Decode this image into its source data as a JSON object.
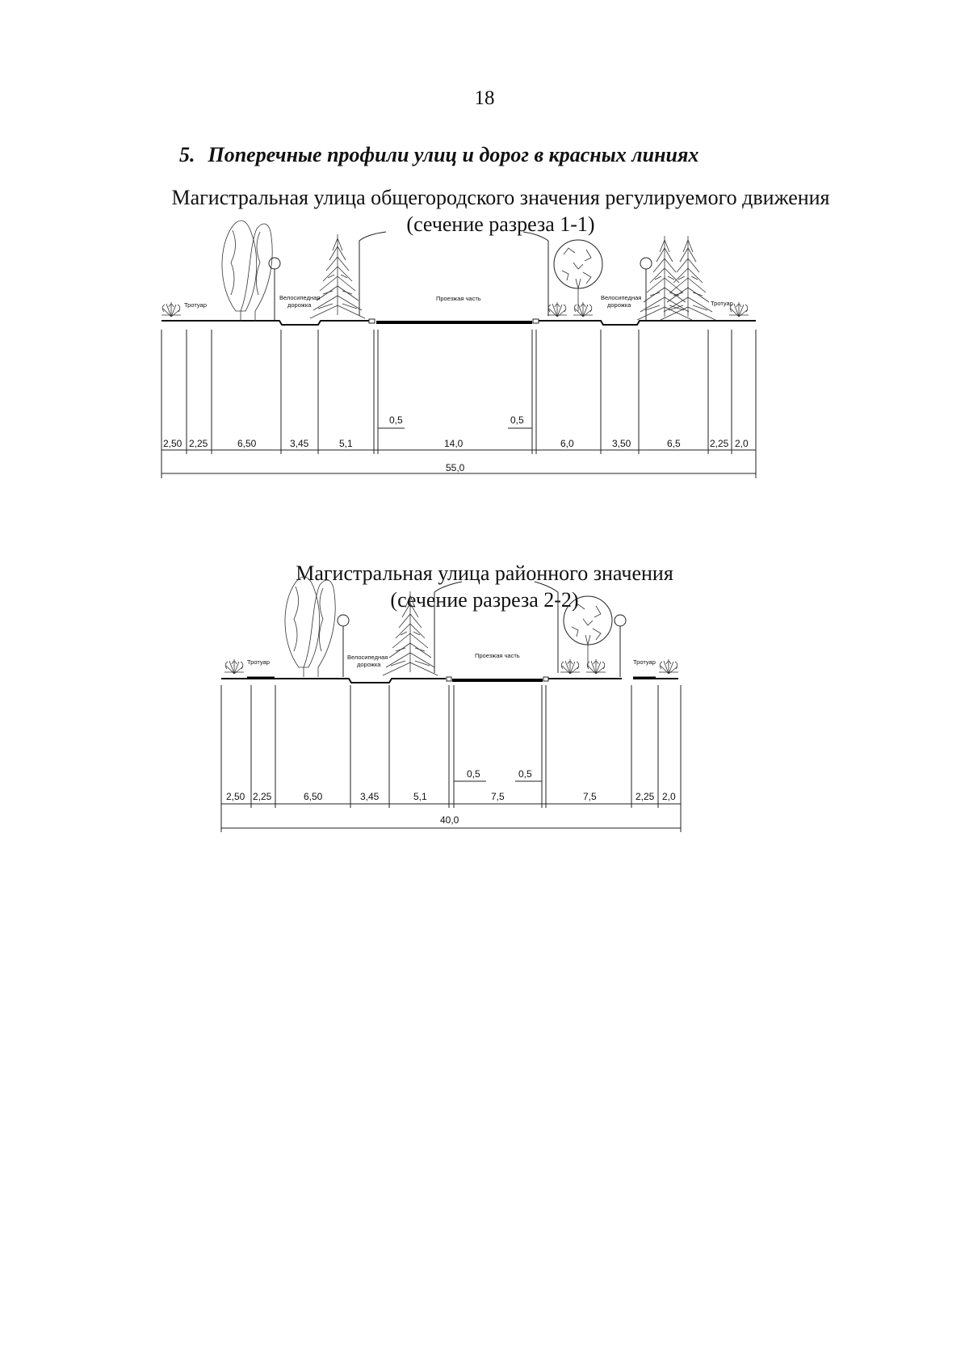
{
  "page_number": "18",
  "section": {
    "number": "5.",
    "title": "Поперечные профили улиц и дорог в красных линиях"
  },
  "profile1": {
    "title_line1": "Магистральная улица общегородского значения регулируемого движения",
    "title_line2": "(сечение разреза 1-1)",
    "labels": {
      "sidewalk_left": "Тротуар",
      "bike_left_1": "Велосипедная",
      "bike_left_2": "дорожка",
      "carriageway": "Проезжая часть",
      "bike_right_1": "Велосипедная",
      "bike_right_2": "дорожка",
      "sidewalk_right": "Тротуар"
    },
    "dimensions": [
      "2,50",
      "2,25",
      "6,50",
      "3,45",
      "5,1",
      "14,0",
      "6,0",
      "3,50",
      "6,5",
      "2,25",
      "2,0"
    ],
    "edge_strips": [
      "0,5",
      "0,5"
    ],
    "total": "55,0"
  },
  "profile2": {
    "title_line1": "Магистральная улица районного значения",
    "title_line2": "(сечение разреза 2-2)",
    "labels": {
      "sidewalk_left": "Тротуар",
      "bike_left_1": "Велосипедная",
      "bike_left_2": "дорожка",
      "carriageway": "Проезжая часть",
      "sidewalk_right": "Тротуар"
    },
    "dimensions": [
      "2,50",
      "2,25",
      "6,50",
      "3,45",
      "5,1",
      "7,5",
      "7,5",
      "2,25",
      "2,0"
    ],
    "edge_strips": [
      "0,5",
      "0,5"
    ],
    "total": "40,0"
  }
}
